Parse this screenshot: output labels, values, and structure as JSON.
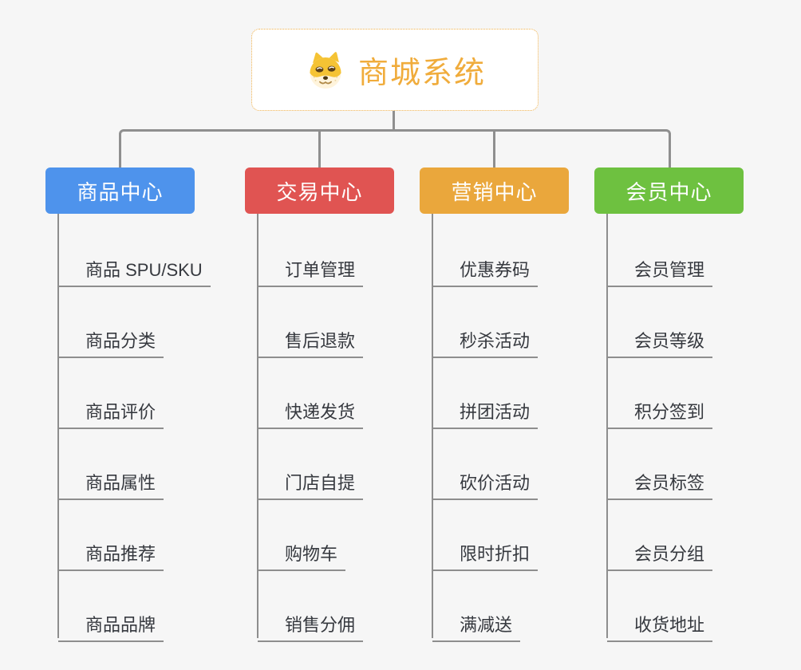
{
  "root": {
    "label": "商城系统",
    "icon": "doge-icon"
  },
  "branches": [
    {
      "label": "商品中心",
      "color": "#4e93ec",
      "items": [
        "商品 SPU/SKU",
        "商品分类",
        "商品评价",
        "商品属性",
        "商品推荐",
        "商品品牌"
      ]
    },
    {
      "label": "交易中心",
      "color": "#e05452",
      "items": [
        "订单管理",
        "售后退款",
        "快递发货",
        "门店自提",
        "购物车",
        "销售分佣"
      ]
    },
    {
      "label": "营销中心",
      "color": "#eaa73c",
      "items": [
        "优惠券码",
        "秒杀活动",
        "拼团活动",
        "砍价活动",
        "限时折扣",
        "满减送"
      ]
    },
    {
      "label": "会员中心",
      "color": "#6ec140",
      "items": [
        "会员管理",
        "会员等级",
        "积分签到",
        "会员标签",
        "会员分组",
        "收货地址"
      ]
    }
  ],
  "colors": {
    "background": "#f6f6f6",
    "connector": "#8f8f8f",
    "root_accent": "#f0ac3c",
    "item_text": "#36393f"
  }
}
